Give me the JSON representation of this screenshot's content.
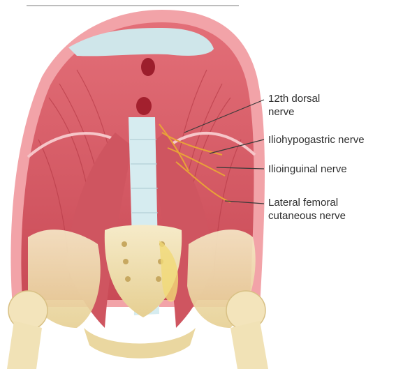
{
  "labels": {
    "dorsal": {
      "line1": "12th dorsal",
      "line2": "nerve"
    },
    "iliohypogastric": {
      "line1": "Iliohypogastric nerve"
    },
    "ilioinguinal": {
      "line1": "Ilioinguinal nerve"
    },
    "lateral_femoral": {
      "line1": "Lateral femoral",
      "line2": "cutaneous nerve"
    }
  },
  "colors": {
    "muscle": "#d9606a",
    "muscle_light": "#ee9aa0",
    "diaphragm_rim": "#f3a2a6",
    "tendon": "#cfe6ea",
    "spine": "#d6ecf0",
    "bone": "#f1e2b6",
    "bone_shadow": "#d9c38a",
    "nerve": "#e8a238",
    "leader_line": "#3a3a3a"
  }
}
